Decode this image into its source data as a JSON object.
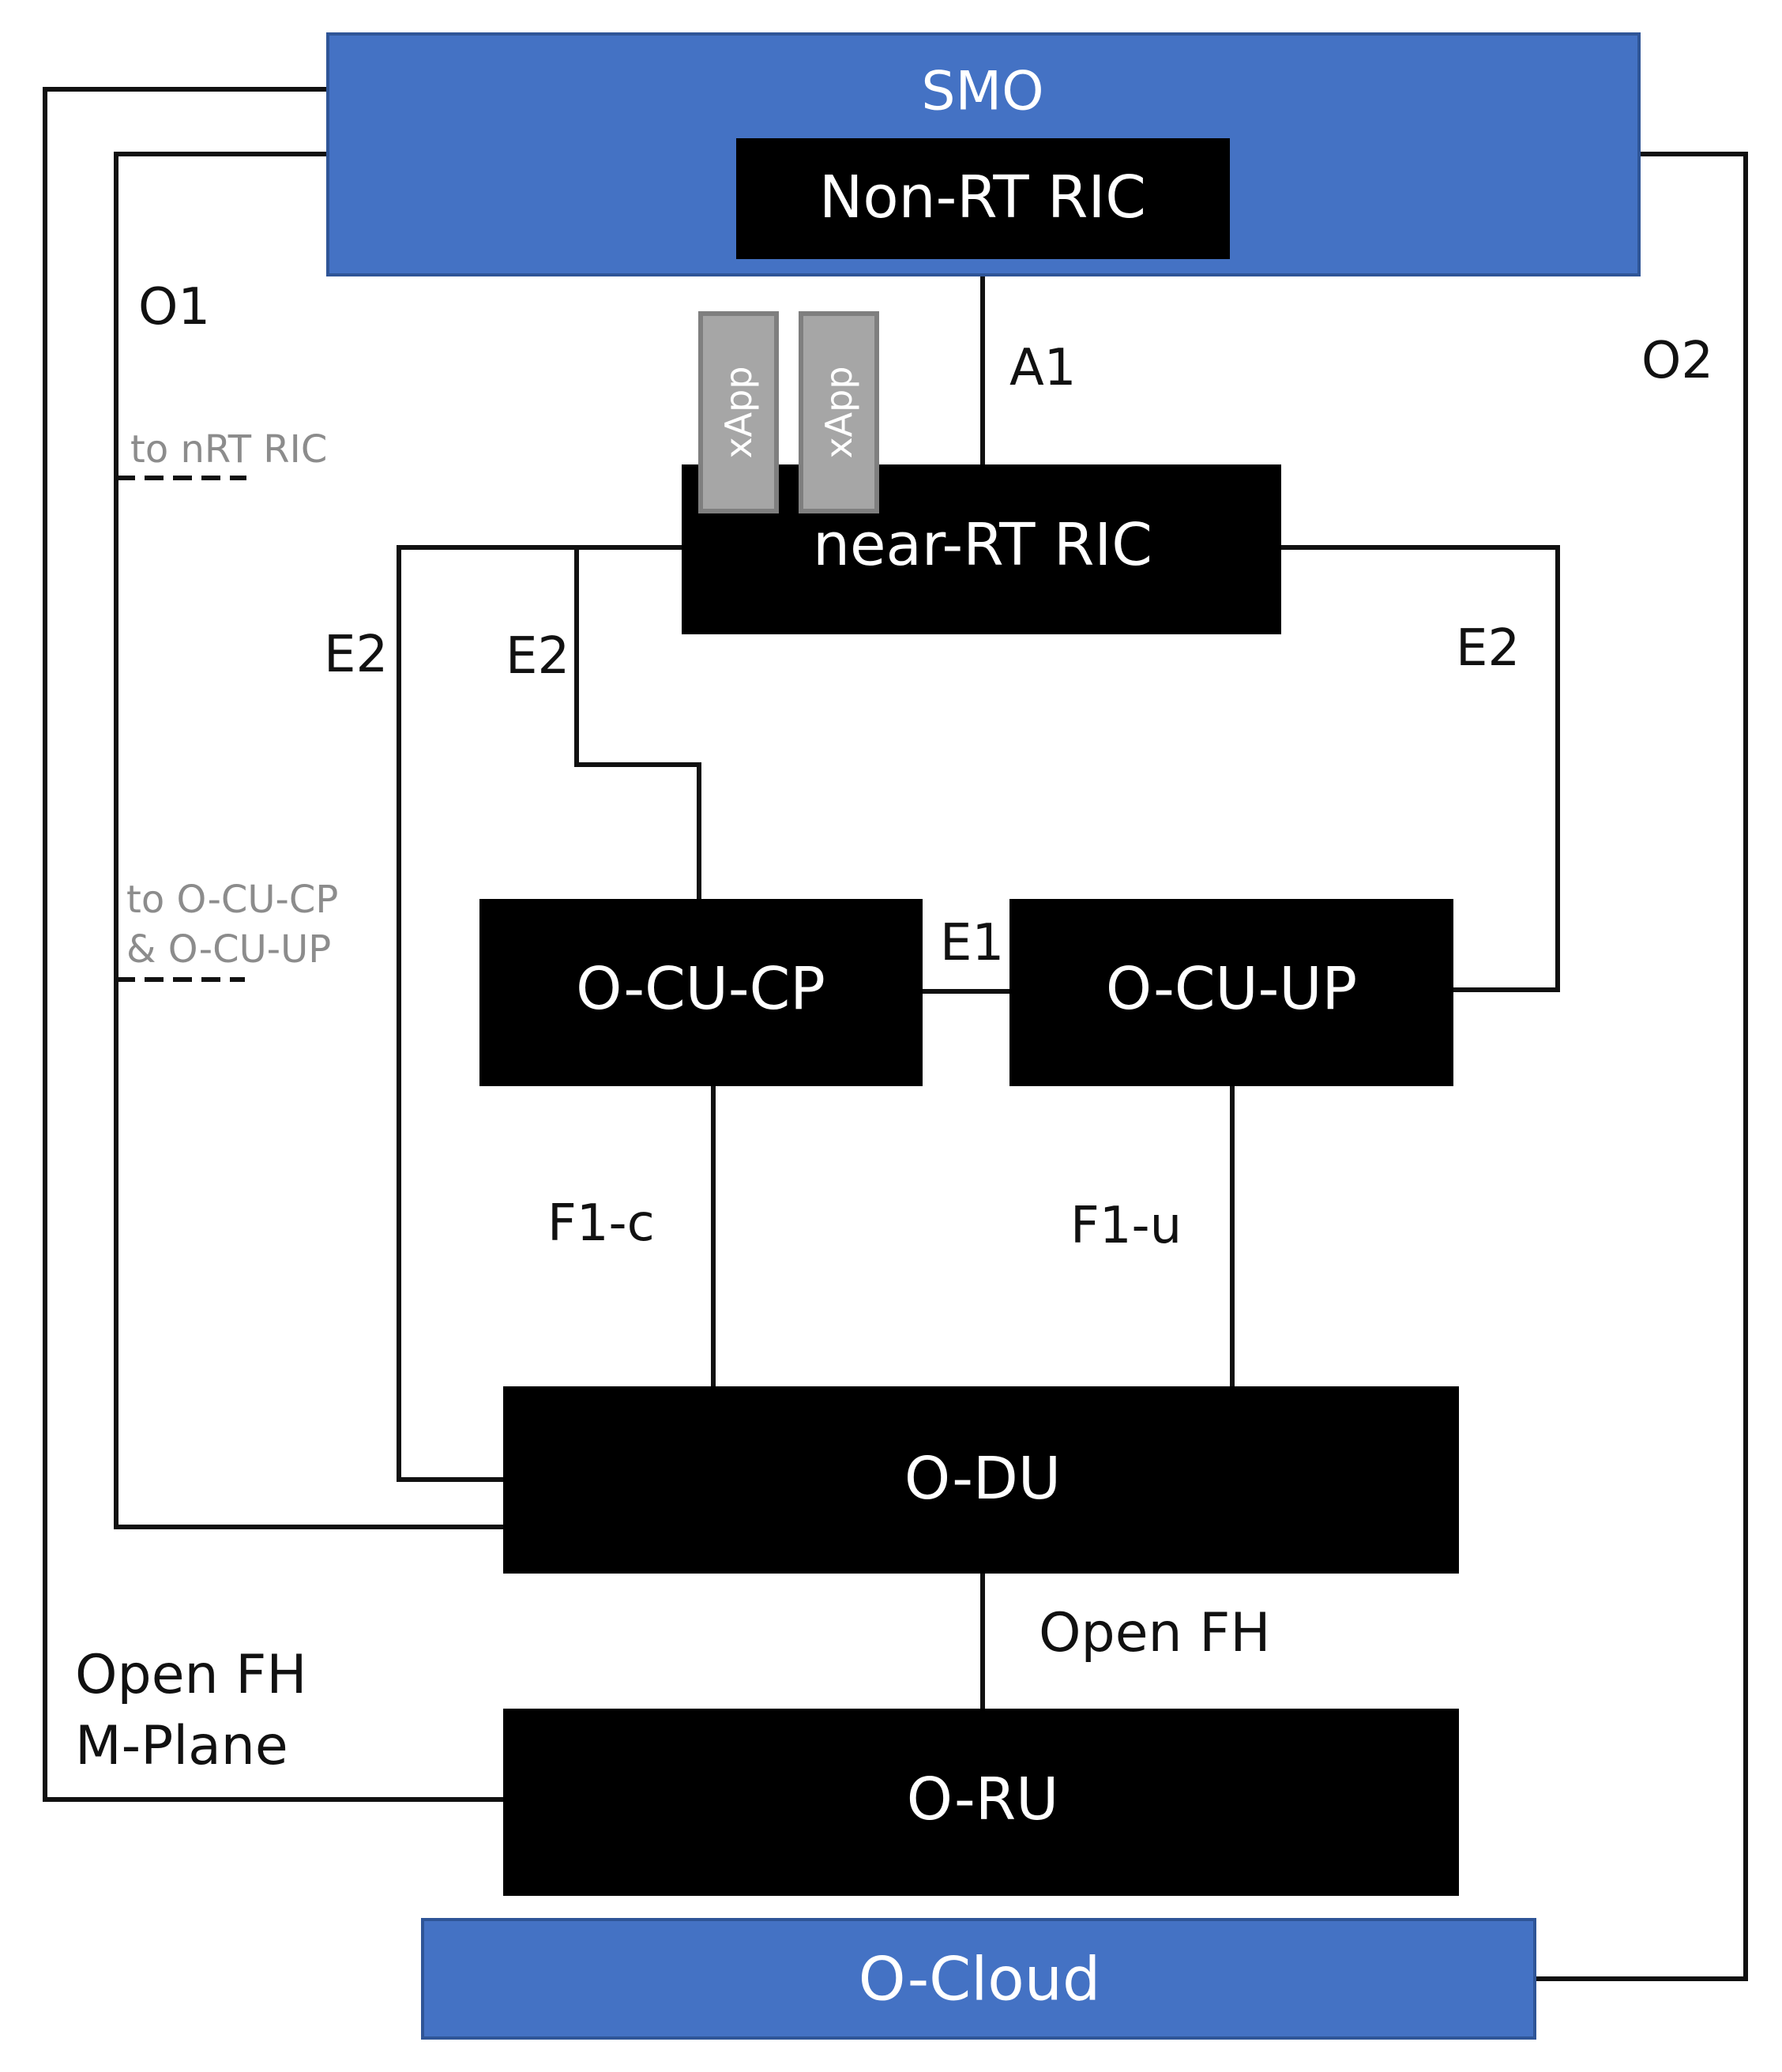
{
  "colors": {
    "blue_box": "#4472c4",
    "black_box": "#000000",
    "xapp_box": "#a6a6a6",
    "xapp_border": "#7f7f7f"
  },
  "boxes": {
    "smo": "SMO",
    "non_rt_ric": "Non-RT RIC",
    "near_rt_ric": "near-RT RIC",
    "o_cu_cp": "O-CU-CP",
    "o_cu_up": "O-CU-UP",
    "o_du": "O-DU",
    "o_ru": "O-RU",
    "o_cloud": "O-Cloud",
    "xapps": [
      "xApp",
      "xApp"
    ]
  },
  "interfaces": {
    "o1": "O1",
    "a1": "A1",
    "o2": "O2",
    "e2_left": "E2",
    "e2_middle": "E2",
    "e2_right": "E2",
    "e1": "E1",
    "f1_c": "F1-c",
    "f1_u": "F1-u",
    "open_fh": "Open FH",
    "open_fh_m_plane": [
      "Open FH",
      "M-Plane"
    ]
  },
  "notes": {
    "to_nrt_ric": "to nRT RIC",
    "to_o_cu": [
      "to O-CU-CP",
      "& O-CU-UP"
    ]
  }
}
